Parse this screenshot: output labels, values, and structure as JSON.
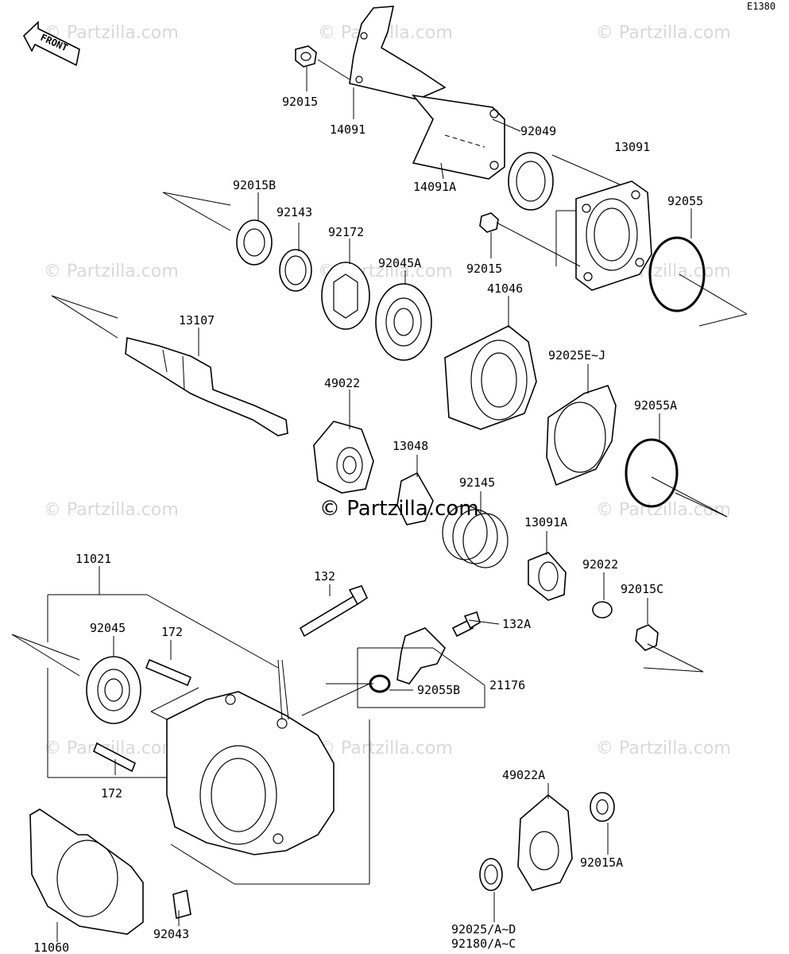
{
  "diagram_code": "E1380",
  "front_label": "FRONT",
  "center_watermark": "© Partzilla.com",
  "watermark_text": "© Partzilla.com",
  "parts": [
    {
      "id": "p92015a",
      "label": "92015"
    },
    {
      "id": "p14091",
      "label": "14091"
    },
    {
      "id": "p92049",
      "label": "92049"
    },
    {
      "id": "p13091",
      "label": "13091"
    },
    {
      "id": "p14091A",
      "label": "14091A"
    },
    {
      "id": "p92015B",
      "label": "92015B"
    },
    {
      "id": "p92143",
      "label": "92143"
    },
    {
      "id": "p92172",
      "label": "92172"
    },
    {
      "id": "p92045A",
      "label": "92045A"
    },
    {
      "id": "p92015b",
      "label": "92015"
    },
    {
      "id": "p41046",
      "label": "41046"
    },
    {
      "id": "p92055",
      "label": "92055"
    },
    {
      "id": "p13107",
      "label": "13107"
    },
    {
      "id": "p49022",
      "label": "49022"
    },
    {
      "id": "p92025EJ",
      "label": "92025E~J"
    },
    {
      "id": "p92055A",
      "label": "92055A"
    },
    {
      "id": "p13048",
      "label": "13048"
    },
    {
      "id": "p92145",
      "label": "92145"
    },
    {
      "id": "p13091A",
      "label": "13091A"
    },
    {
      "id": "p11021",
      "label": "11021"
    },
    {
      "id": "p132",
      "label": "132"
    },
    {
      "id": "p92022",
      "label": "92022"
    },
    {
      "id": "p92015C",
      "label": "92015C"
    },
    {
      "id": "p132A",
      "label": "132A"
    },
    {
      "id": "p92045",
      "label": "92045"
    },
    {
      "id": "p172a",
      "label": "172"
    },
    {
      "id": "p92055B",
      "label": "92055B"
    },
    {
      "id": "p21176",
      "label": "21176"
    },
    {
      "id": "p172b",
      "label": "172"
    },
    {
      "id": "p49022A",
      "label": "49022A"
    },
    {
      "id": "p92015A",
      "label": "92015A"
    },
    {
      "id": "p92043",
      "label": "92043"
    },
    {
      "id": "p92025AD",
      "label": "92025/A~D"
    },
    {
      "id": "p92180AC",
      "label": "92180/A~C"
    },
    {
      "id": "p11060",
      "label": "11060"
    }
  ]
}
